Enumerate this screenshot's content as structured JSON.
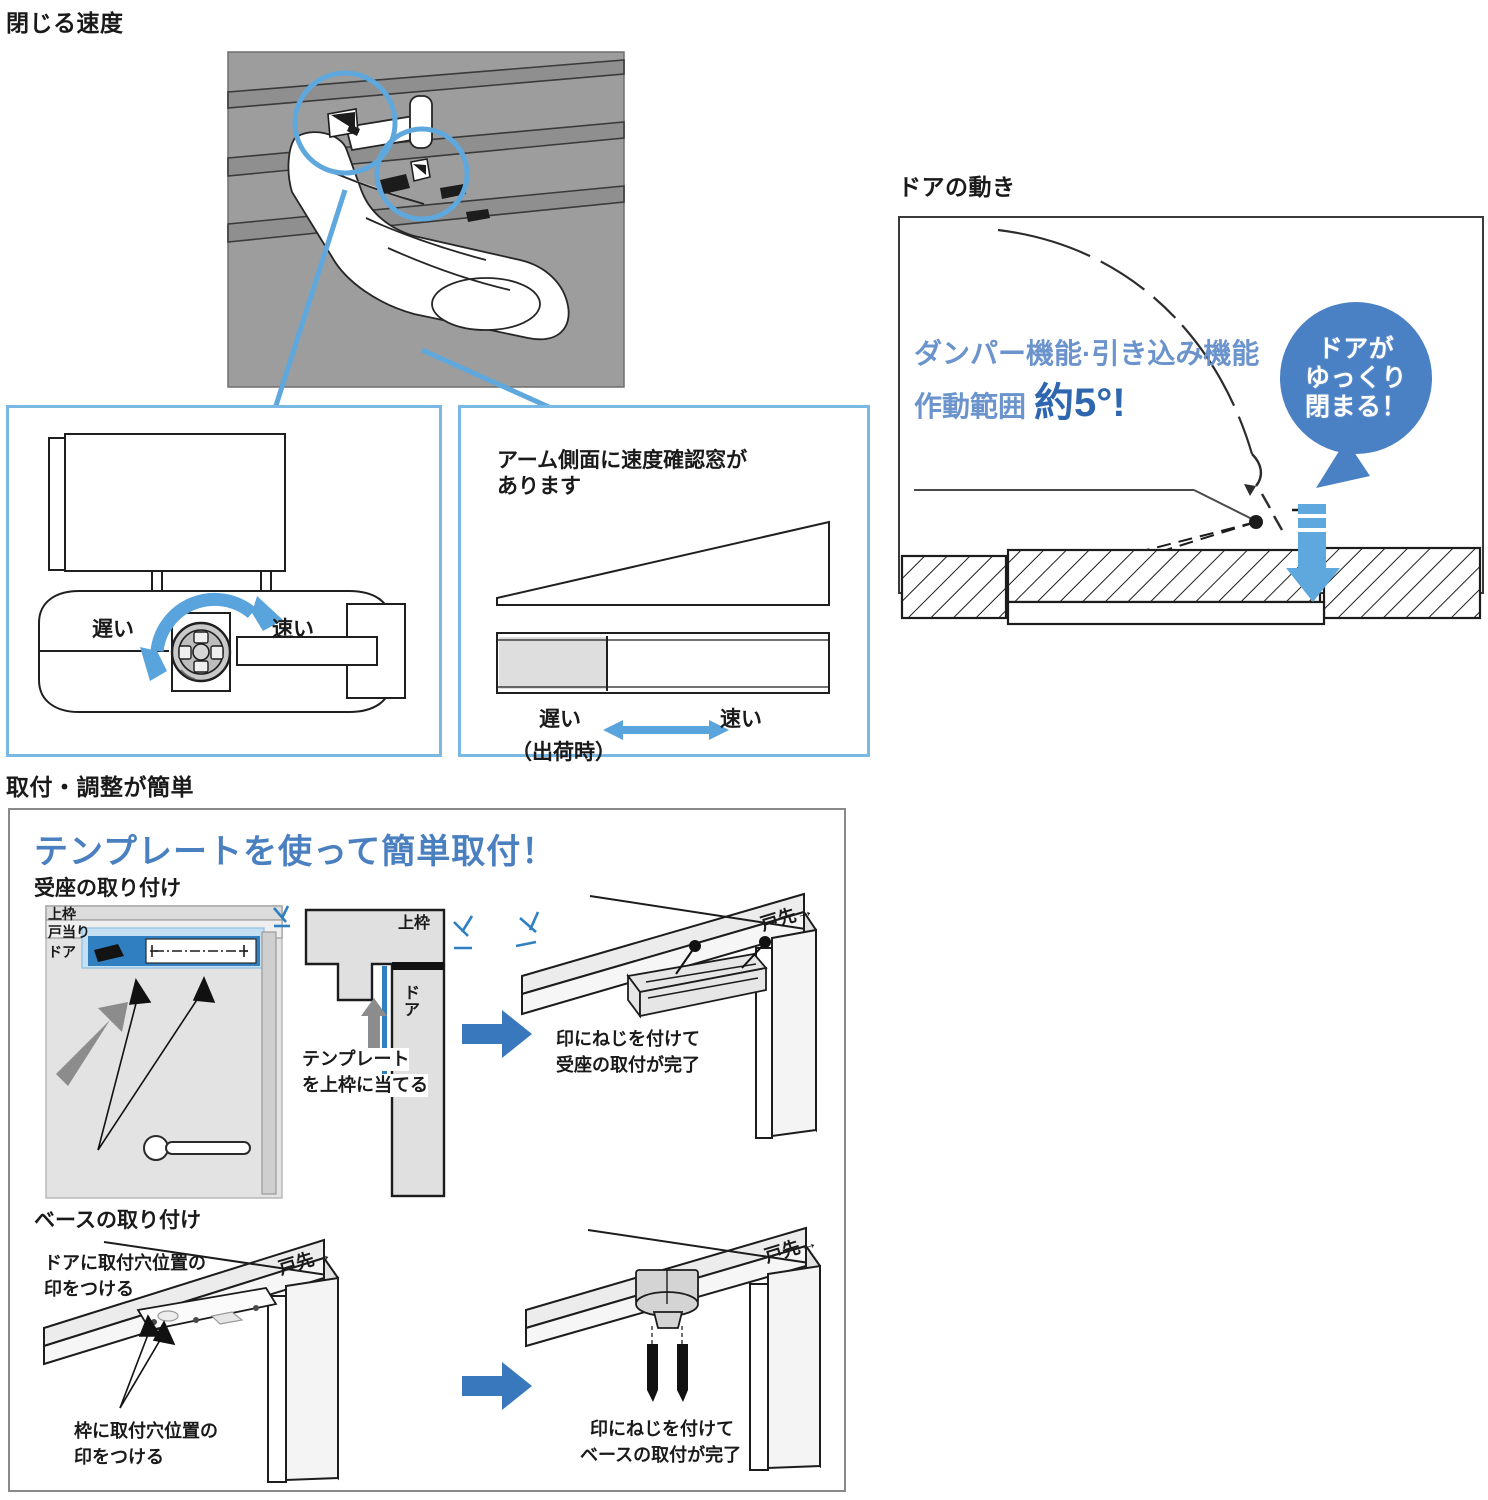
{
  "section_closing_speed": {
    "title": "閉じる速度",
    "photo": {
      "caption": ""
    },
    "panel_dial": {
      "label_slow": "遅い",
      "label_fast": "速い"
    },
    "panel_window": {
      "heading": "アーム側面に速度確認窓が\nあります",
      "heading_line1": "アーム側面に速度確認窓が",
      "heading_line2": "あります",
      "label_slow": "遅い",
      "label_fast": "速い",
      "label_factory": "（出荷時）"
    }
  },
  "section_door_motion": {
    "title": "ドアの動き",
    "annotation_line1": "ダンパー機能·引き込み機能",
    "annotation_line2_prefix": "作動範囲",
    "annotation_line2_value": "約5°!",
    "bubble_line1": "ドアが",
    "bubble_line2": "ゆっくり",
    "bubble_line3": "閉まる！"
  },
  "section_install": {
    "title": "取付・調整が簡単",
    "heading": "テンプレートを使って簡単取付！",
    "step_group_1": {
      "subtitle": "受座の取り付け",
      "frame_labels": {
        "top": "上枠",
        "stop": "戸当り",
        "door": "ドア"
      },
      "caption_1_line1": "ドアに取付穴位置の",
      "caption_1_line2": "印をつける",
      "caption_2_line1": "テンプレート",
      "caption_2_line2": "を上枠に当てる",
      "cross_labels": {
        "top": "上枠",
        "door": "ドア"
      },
      "caption_3_line1": "印にねじを付けて",
      "caption_3_line2": "受座の取付が完了",
      "edge_label": "戸先→"
    },
    "step_group_2": {
      "subtitle": "ベースの取り付け",
      "caption_1_line1": "枠に取付穴位置の",
      "caption_1_line2": "印をつける",
      "caption_2_line1": "印にねじを付けて",
      "caption_2_line2": "ベースの取付が完了",
      "edge_label_left": "戸先→",
      "edge_label_right": "戸先→"
    }
  },
  "colors": {
    "accent_blue": "#4a80c4",
    "light_blue": "#7ab8e4",
    "arrow_blue": "#4a89c8",
    "panel_border": "#7ab8e4",
    "gray_fill": "#9a9a9a"
  }
}
